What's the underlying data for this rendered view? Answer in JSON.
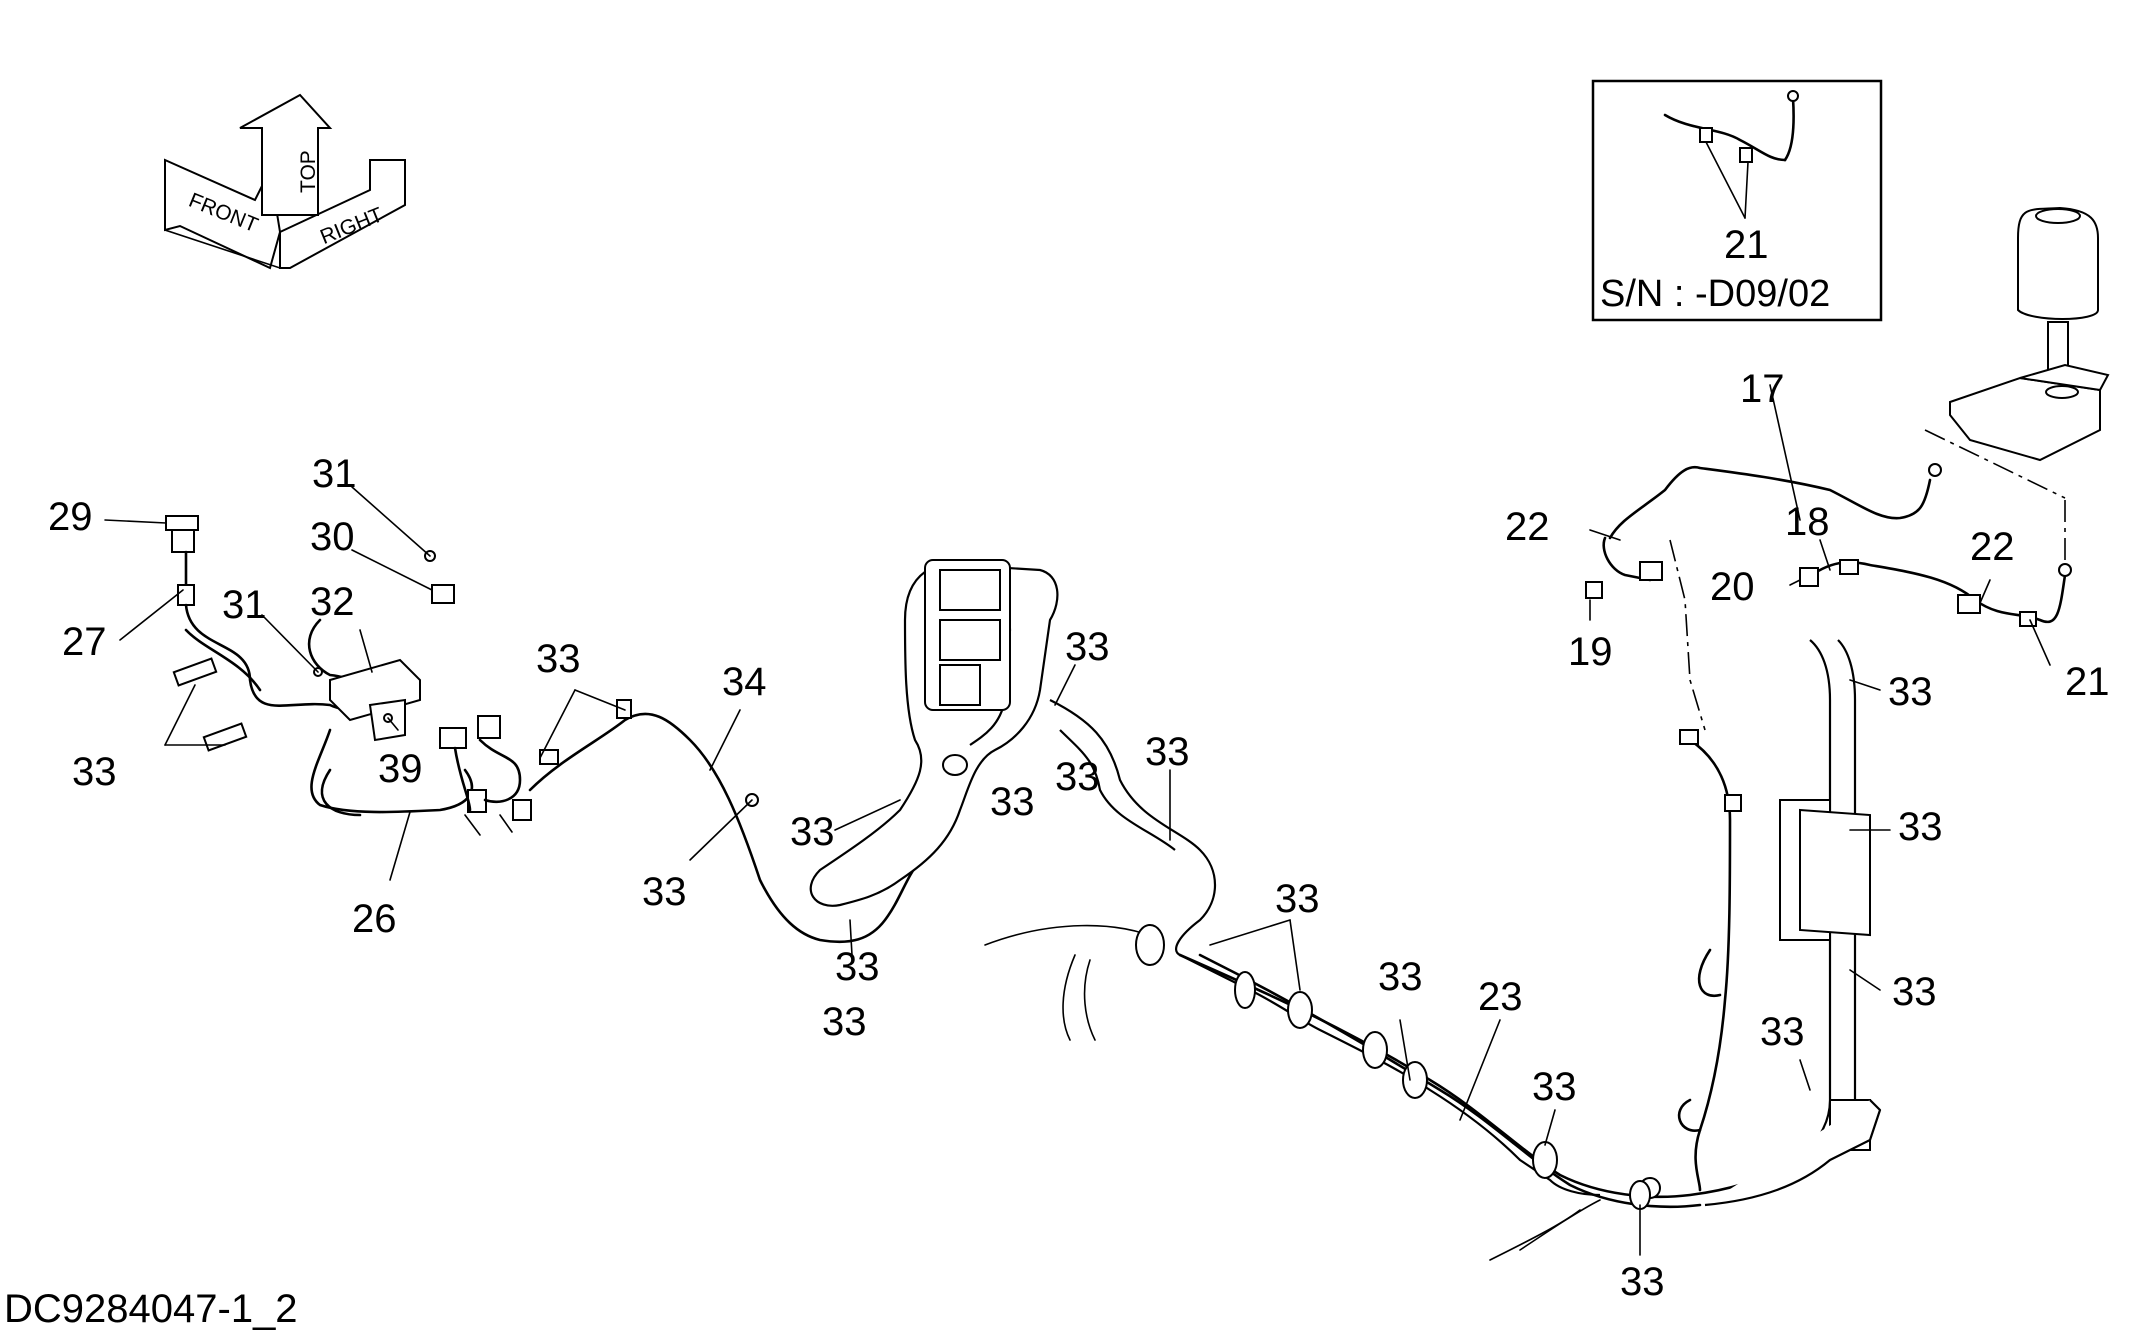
{
  "drawing_id": "DC9284047-1_2",
  "orientation": {
    "front": "FRONT",
    "top": "TOP",
    "right": "RIGHT"
  },
  "inset": {
    "callout": "21",
    "serial_label": "S/N : -D09/02"
  },
  "callouts": {
    "c17": "17",
    "c18": "18",
    "c19": "19",
    "c20": "20",
    "c21": "21",
    "c22a": "22",
    "c22b": "22",
    "c23": "23",
    "c26": "26",
    "c27": "27",
    "c29": "29",
    "c30": "30",
    "c31a": "31",
    "c31b": "31",
    "c32": "32",
    "c34": "34",
    "c39": "39",
    "c33_a": "33",
    "c33_b": "33",
    "c33_c": "33",
    "c33_d": "33",
    "c33_e": "33",
    "c33_f": "33",
    "c33_g": "33",
    "c33_h": "33",
    "c33_i": "33",
    "c33_j": "33",
    "c33_k": "33",
    "c33_l": "33",
    "c33_m": "33",
    "c33_n": "33",
    "c33_o": "33",
    "c33_p": "33",
    "c33_q": "33",
    "c33_r": "33"
  },
  "colors": {
    "ink": "#000000",
    "paper": "#ffffff"
  }
}
